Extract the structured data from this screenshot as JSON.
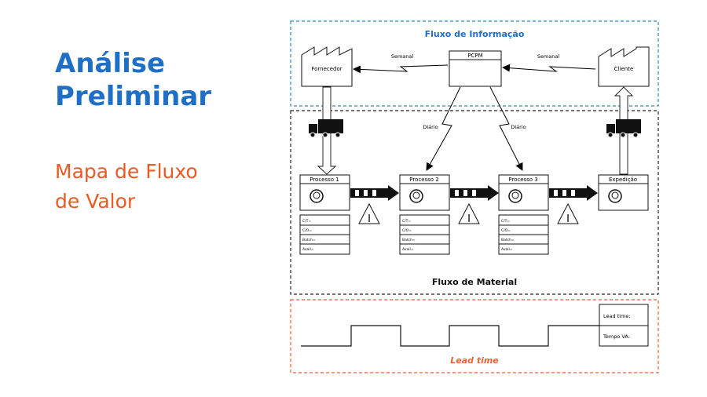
{
  "slide": {
    "title_line1": "Análise",
    "title_line2": "Preliminar",
    "subtitle_line1": "Mapa de Fluxo",
    "subtitle_line2": "de Valor"
  },
  "vsm": {
    "info_flow_label": "Fluxo de Informação",
    "material_flow_label": "Fluxo de Material",
    "lead_time_label": "Lead time",
    "supplier": "Fornecedor",
    "customer": "Cliente",
    "pcpm": "PCPM",
    "weekly_left": "Semanal",
    "weekly_right": "Semanal",
    "daily_left": "Diário",
    "daily_right": "Diário",
    "processes": [
      "Processo 1",
      "Processo 2",
      "Processo 3",
      "Expedição"
    ],
    "data_box_rows": [
      "C/T=",
      "C/O=",
      "Batch=",
      "Avail="
    ],
    "inventory_symbol": "I",
    "lead_time_box": "Lead time:",
    "va_time_box": "Tempo VA:"
  },
  "colors": {
    "title": "#1f6fc6",
    "subtitle": "#ea5a24",
    "info_border": "#2e86c1",
    "lead_border": "#e8623a"
  }
}
